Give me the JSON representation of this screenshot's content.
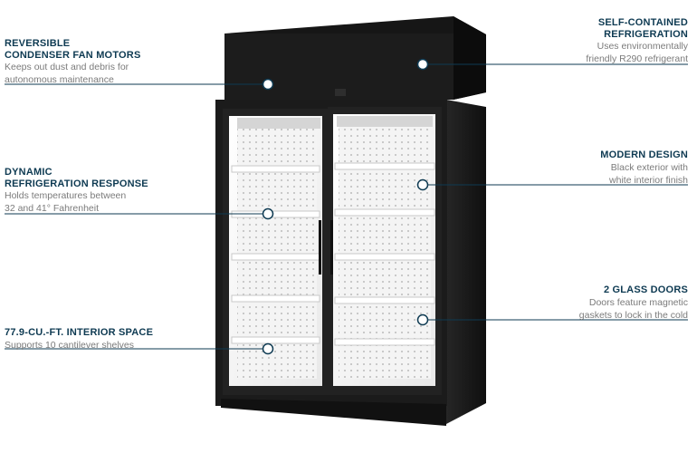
{
  "callouts": {
    "fan_motors": {
      "title_lines": [
        "REVERSIBLE",
        "CONDENSER FAN MOTORS"
      ],
      "desc_lines": [
        "Keeps out dust and debris for",
        "autonomous maintenance"
      ]
    },
    "refrigeration": {
      "title_lines": [
        "SELF-CONTAINED",
        "REFRIGERATION"
      ],
      "desc_lines": [
        "Uses environmentally",
        "friendly R290 refrigerant"
      ]
    },
    "dynamic": {
      "title_lines": [
        "DYNAMIC",
        "REFRIGERATION RESPONSE"
      ],
      "desc_lines": [
        "Holds temperatures between",
        "32 and 41° Fahrenheit"
      ]
    },
    "design": {
      "title_lines": [
        "MODERN DESIGN"
      ],
      "desc_lines": [
        "Black exterior with",
        "white interior finish"
      ]
    },
    "doors": {
      "title_lines": [
        "2 GLASS DOORS"
      ],
      "desc_lines": [
        "Doors feature magnetic",
        "gaskets to lock in the cold"
      ]
    },
    "interior": {
      "title_lines": [
        "77.9-CU.-FT. INTERIOR SPACE"
      ],
      "desc_lines": [
        "Supports 10 cantilever shelves"
      ]
    }
  },
  "colors": {
    "title": "#0e3a52",
    "desc": "#7b7b7b",
    "line": "#0e3a52",
    "cabinet": "#1b1b1b",
    "interior": "#f2f2f2"
  }
}
